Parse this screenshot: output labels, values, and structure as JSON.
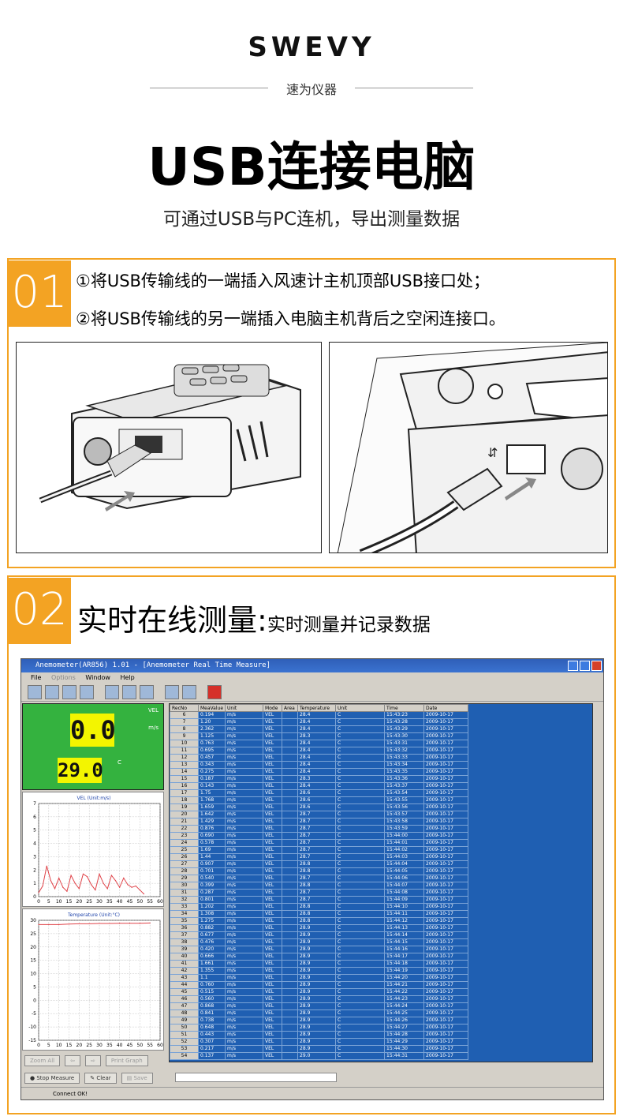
{
  "header": {
    "brand": "SWEVY",
    "subbrand": "速为仪器",
    "headline": "USB连接电脑",
    "tagline": "可通过USB与PC连机，导出测量数据"
  },
  "section1": {
    "number": "01",
    "step1": "①将USB传输线的一端插入风速计主机顶部USB接口处；",
    "step2": "②将USB传输线的另一端插入电脑主机背后之空闲连接口。"
  },
  "section2": {
    "number": "02",
    "title": "实时在线测量",
    "title_colon": ":",
    "title_small": "实时测量并记录数据"
  },
  "app": {
    "window_title": "Anemometer(AR856) 1.01 - [Anemometer Real Time Measure]",
    "menu": [
      "File",
      "Options",
      "Window",
      "Help"
    ],
    "lcd": {
      "main_value": "0.0",
      "secondary_value": "29.0",
      "label_vel": "VEL",
      "unit_speed": "m/s",
      "unit_temp": "C"
    },
    "chart1_title": "VEL (Unit:m/s)",
    "chart2_title": "Temperature (Unit:°C)",
    "buttons": {
      "zoom_all": "Zoom All",
      "print_graph": "Print Graph",
      "stop_measure": "Stop Measure",
      "clear": "Clear",
      "save": "Save"
    },
    "status_text": "Connect OK!",
    "columns": [
      "RecNo",
      "MeaValue",
      "Unit",
      "Mode",
      "Area",
      "Temperature",
      "Unit",
      "Time",
      "Date"
    ],
    "rows": [
      [
        "6",
        "0.194",
        "m/s",
        "VEL",
        "",
        "28.4",
        "C",
        "15:43:23",
        "2009-10-17"
      ],
      [
        "7",
        "1.20",
        "m/s",
        "VEL",
        "",
        "28.4",
        "C",
        "15:43:28",
        "2009-10-17"
      ],
      [
        "8",
        "2.362",
        "m/s",
        "VEL",
        "",
        "28.4",
        "C",
        "15:43:29",
        "2009-10-17"
      ],
      [
        "9",
        "1.125",
        "m/s",
        "VEL",
        "",
        "28.3",
        "C",
        "15:43:30",
        "2009-10-17"
      ],
      [
        "10",
        "0.763",
        "m/s",
        "VEL",
        "",
        "28.4",
        "C",
        "15:43:31",
        "2009-10-17"
      ],
      [
        "11",
        "0.695",
        "m/s",
        "VEL",
        "",
        "28.4",
        "C",
        "15:43:32",
        "2009-10-17"
      ],
      [
        "12",
        "0.457",
        "m/s",
        "VEL",
        "",
        "28.4",
        "C",
        "15:43:33",
        "2009-10-17"
      ],
      [
        "13",
        "0.343",
        "m/s",
        "VEL",
        "",
        "28.4",
        "C",
        "15:43:34",
        "2009-10-17"
      ],
      [
        "14",
        "0.275",
        "m/s",
        "VEL",
        "",
        "28.4",
        "C",
        "15:43:35",
        "2009-10-17"
      ],
      [
        "15",
        "0.187",
        "m/s",
        "VEL",
        "",
        "28.3",
        "C",
        "15:43:36",
        "2009-10-17"
      ],
      [
        "16",
        "0.143",
        "m/s",
        "VEL",
        "",
        "28.4",
        "C",
        "15:43:37",
        "2009-10-17"
      ],
      [
        "17",
        "1.75",
        "m/s",
        "VEL",
        "",
        "28.6",
        "C",
        "15:43:54",
        "2009-10-17"
      ],
      [
        "18",
        "1.768",
        "m/s",
        "VEL",
        "",
        "28.6",
        "C",
        "15:43:55",
        "2009-10-17"
      ],
      [
        "19",
        "1.659",
        "m/s",
        "VEL",
        "",
        "28.6",
        "C",
        "15:43:56",
        "2009-10-17"
      ],
      [
        "20",
        "1.642",
        "m/s",
        "VEL",
        "",
        "28.7",
        "C",
        "15:43:57",
        "2009-10-17"
      ],
      [
        "21",
        "1.429",
        "m/s",
        "VEL",
        "",
        "28.7",
        "C",
        "15:43:58",
        "2009-10-17"
      ],
      [
        "22",
        "0.876",
        "m/s",
        "VEL",
        "",
        "28.7",
        "C",
        "15:43:59",
        "2009-10-17"
      ],
      [
        "23",
        "0.690",
        "m/s",
        "VEL",
        "",
        "28.7",
        "C",
        "15:44:00",
        "2009-10-17"
      ],
      [
        "24",
        "0.578",
        "m/s",
        "VEL",
        "",
        "28.7",
        "C",
        "15:44:01",
        "2009-10-17"
      ],
      [
        "25",
        "1.69",
        "m/s",
        "VEL",
        "",
        "28.7",
        "C",
        "15:44:02",
        "2009-10-17"
      ],
      [
        "26",
        "1.44",
        "m/s",
        "VEL",
        "",
        "28.7",
        "C",
        "15:44:03",
        "2009-10-17"
      ],
      [
        "27",
        "0.907",
        "m/s",
        "VEL",
        "",
        "28.8",
        "C",
        "15:44:04",
        "2009-10-17"
      ],
      [
        "28",
        "0.701",
        "m/s",
        "VEL",
        "",
        "28.8",
        "C",
        "15:44:05",
        "2009-10-17"
      ],
      [
        "29",
        "0.540",
        "m/s",
        "VEL",
        "",
        "28.7",
        "C",
        "15:44:06",
        "2009-10-17"
      ],
      [
        "30",
        "0.399",
        "m/s",
        "VEL",
        "",
        "28.8",
        "C",
        "15:44:07",
        "2009-10-17"
      ],
      [
        "31",
        "0.287",
        "m/s",
        "VEL",
        "",
        "28.7",
        "C",
        "15:44:08",
        "2009-10-17"
      ],
      [
        "32",
        "0.801",
        "m/s",
        "VEL",
        "",
        "28.7",
        "C",
        "15:44:09",
        "2009-10-17"
      ],
      [
        "33",
        "1.202",
        "m/s",
        "VEL",
        "",
        "28.8",
        "C",
        "15:44:10",
        "2009-10-17"
      ],
      [
        "34",
        "1.308",
        "m/s",
        "VEL",
        "",
        "28.8",
        "C",
        "15:44:11",
        "2009-10-17"
      ],
      [
        "35",
        "1.275",
        "m/s",
        "VEL",
        "",
        "28.8",
        "C",
        "15:44:12",
        "2009-10-17"
      ],
      [
        "36",
        "0.882",
        "m/s",
        "VEL",
        "",
        "28.9",
        "C",
        "15:44:13",
        "2009-10-17"
      ],
      [
        "37",
        "0.677",
        "m/s",
        "VEL",
        "",
        "28.9",
        "C",
        "15:44:14",
        "2009-10-17"
      ],
      [
        "38",
        "0.476",
        "m/s",
        "VEL",
        "",
        "28.9",
        "C",
        "15:44:15",
        "2009-10-17"
      ],
      [
        "39",
        "0.420",
        "m/s",
        "VEL",
        "",
        "28.9",
        "C",
        "15:44:16",
        "2009-10-17"
      ],
      [
        "40",
        "0.666",
        "m/s",
        "VEL",
        "",
        "28.9",
        "C",
        "15:44:17",
        "2009-10-17"
      ],
      [
        "41",
        "1.661",
        "m/s",
        "VEL",
        "",
        "28.9",
        "C",
        "15:44:18",
        "2009-10-17"
      ],
      [
        "42",
        "1.355",
        "m/s",
        "VEL",
        "",
        "28.9",
        "C",
        "15:44:19",
        "2009-10-17"
      ],
      [
        "43",
        "1.1",
        "m/s",
        "VEL",
        "",
        "28.9",
        "C",
        "15:44:20",
        "2009-10-17"
      ],
      [
        "44",
        "0.760",
        "m/s",
        "VEL",
        "",
        "28.9",
        "C",
        "15:44:21",
        "2009-10-17"
      ],
      [
        "45",
        "0.515",
        "m/s",
        "VEL",
        "",
        "28.9",
        "C",
        "15:44:22",
        "2009-10-17"
      ],
      [
        "46",
        "0.560",
        "m/s",
        "VEL",
        "",
        "28.9",
        "C",
        "15:44:23",
        "2009-10-17"
      ],
      [
        "47",
        "0.868",
        "m/s",
        "VEL",
        "",
        "28.9",
        "C",
        "15:44:24",
        "2009-10-17"
      ],
      [
        "48",
        "0.841",
        "m/s",
        "VEL",
        "",
        "28.9",
        "C",
        "15:44:25",
        "2009-10-17"
      ],
      [
        "49",
        "0.738",
        "m/s",
        "VEL",
        "",
        "28.9",
        "C",
        "15:44:26",
        "2009-10-17"
      ],
      [
        "50",
        "0.648",
        "m/s",
        "VEL",
        "",
        "28.9",
        "C",
        "15:44:27",
        "2009-10-17"
      ],
      [
        "51",
        "0.443",
        "m/s",
        "VEL",
        "",
        "28.9",
        "C",
        "15:44:28",
        "2009-10-17"
      ],
      [
        "52",
        "0.307",
        "m/s",
        "VEL",
        "",
        "28.9",
        "C",
        "15:44:29",
        "2009-10-17"
      ],
      [
        "53",
        "0.217",
        "m/s",
        "VEL",
        "",
        "28.9",
        "C",
        "15:44:30",
        "2009-10-17"
      ],
      [
        "54",
        "0.137",
        "m/s",
        "VEL",
        "",
        "29.0",
        "C",
        "15:44:31",
        "2009-10-17"
      ]
    ]
  },
  "chart_data": [
    {
      "type": "line",
      "title": "VEL (Unit:m/s)",
      "xlabel": "",
      "ylabel": "",
      "xlim": [
        0,
        60
      ],
      "ylim": [
        0,
        7
      ],
      "x": [
        0,
        2,
        4,
        6,
        8,
        10,
        12,
        14,
        16,
        18,
        20,
        22,
        24,
        26,
        28,
        30,
        32,
        34,
        36,
        38,
        40,
        42,
        44,
        46,
        48,
        50,
        52
      ],
      "values": [
        0.3,
        0.8,
        2.3,
        1.2,
        0.6,
        1.4,
        0.7,
        0.4,
        1.6,
        1.0,
        0.6,
        1.7,
        1.5,
        0.9,
        0.5,
        1.7,
        1.0,
        0.6,
        1.6,
        1.2,
        0.7,
        1.4,
        0.9,
        0.7,
        0.8,
        0.5,
        0.2
      ]
    },
    {
      "type": "line",
      "title": "Temperature (Unit:°C)",
      "xlabel": "",
      "ylabel": "",
      "xlim": [
        0,
        60
      ],
      "ylim": [
        -15,
        30
      ],
      "x": [
        0,
        5,
        10,
        15,
        20,
        25,
        30,
        35,
        40,
        45,
        50,
        55
      ],
      "values": [
        28.4,
        28.4,
        28.4,
        28.6,
        28.7,
        28.7,
        28.8,
        28.8,
        28.9,
        28.9,
        28.9,
        29.0
      ]
    }
  ]
}
